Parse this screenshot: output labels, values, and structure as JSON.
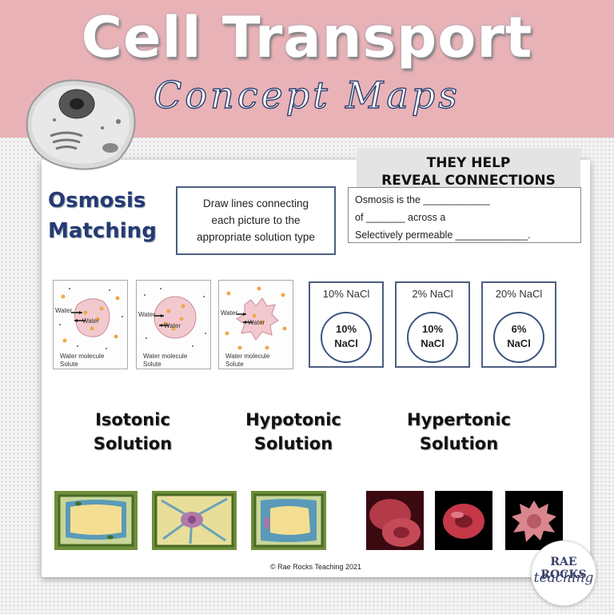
{
  "header": {
    "title": "Cell Transport",
    "subtitle": "Concept Maps"
  },
  "tagline": {
    "line1": "THEY HELP",
    "line2": "REVEAL CONNECTIONS"
  },
  "worksheet": {
    "title_line1": "Osmosis",
    "title_line2": "Matching",
    "instructions": [
      "Draw lines connecting",
      "each picture to the",
      "appropriate solution type"
    ],
    "definition": [
      "Osmosis is the ____________",
      "of _______ across a",
      "Selectively permeable _____________."
    ],
    "diagram_labels": {
      "water": "Water",
      "water_molecule": "Water molecule",
      "solute": "Solute"
    },
    "solution_boxes": [
      {
        "outside": "10% NaCl",
        "inside_line1": "10%",
        "inside_line2": "NaCl"
      },
      {
        "outside": "2% NaCl",
        "inside_line1": "10%",
        "inside_line2": "NaCl"
      },
      {
        "outside": "20% NaCl",
        "inside_line1": "6%",
        "inside_line2": "NaCl"
      }
    ],
    "solution_types": [
      {
        "line1": "Isotonic",
        "line2": "Solution"
      },
      {
        "line1": "Hypotonic",
        "line2": "Solution"
      },
      {
        "line1": "Hypertonic",
        "line2": "Solution"
      }
    ],
    "copyright": "© Rae Rocks Teaching 2021"
  },
  "logo": {
    "line1": "RAE ROCKS",
    "line2": "teaching"
  },
  "colors": {
    "banner": "#e9b2b7",
    "navy": "#253a74",
    "box_border": "#4d5e80"
  }
}
